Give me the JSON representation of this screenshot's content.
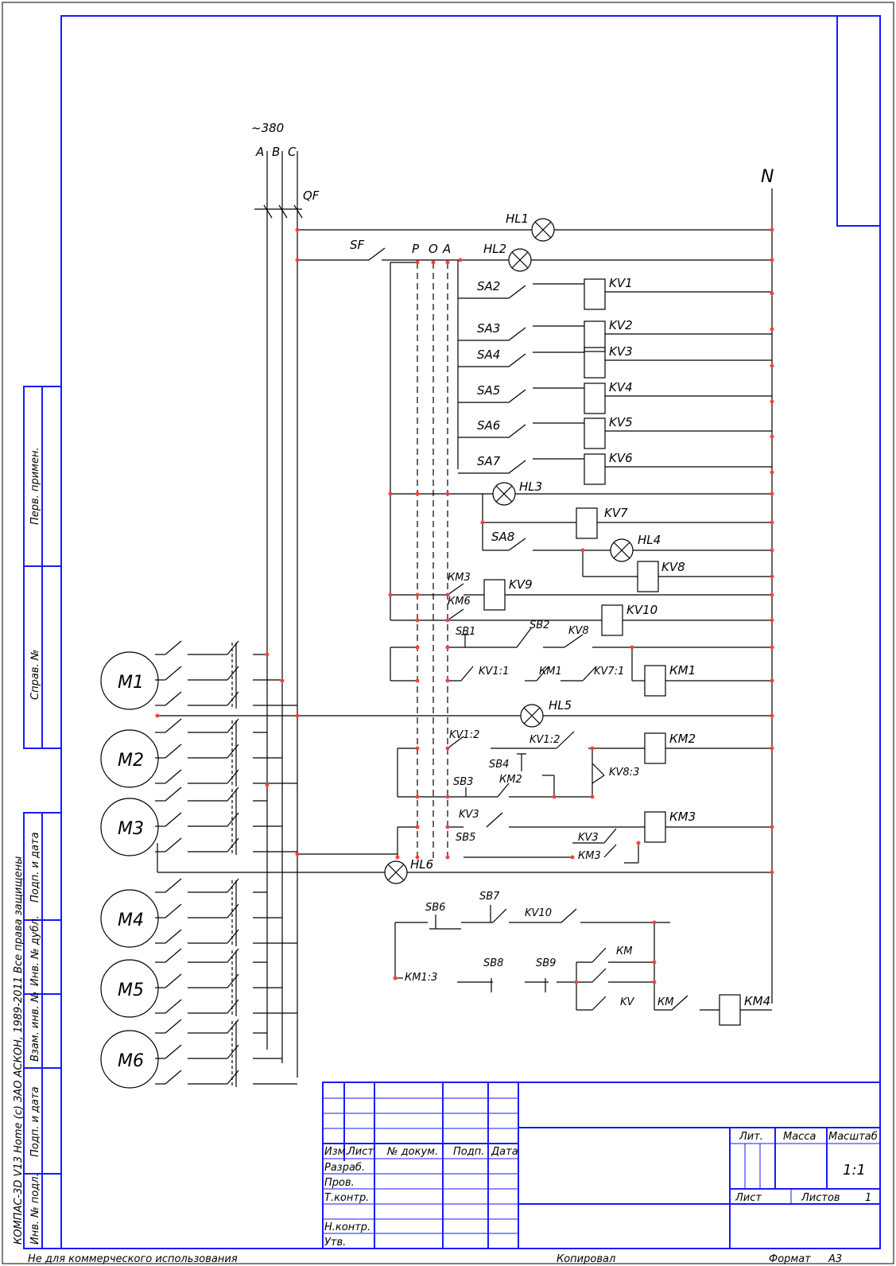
{
  "supply": {
    "voltage": "~380",
    "phases": [
      "A",
      "B",
      "C"
    ],
    "breaker": "QF",
    "neutral": "N",
    "switch": "SF",
    "selector": [
      "Р",
      "О",
      "А"
    ]
  },
  "lamps": [
    "HL1",
    "HL2",
    "HL3",
    "HL4",
    "HL5",
    "HL6"
  ],
  "switches_sa": [
    "SA2",
    "SA3",
    "SA4",
    "SA5",
    "SA6",
    "SA7",
    "SA8"
  ],
  "relays_kv": [
    "KV1",
    "KV2",
    "KV3",
    "KV4",
    "KV5",
    "KV6",
    "KV7",
    "KV8",
    "KV9",
    "KV10"
  ],
  "contacts": {
    "km3": "КМ3",
    "km6": "КМ6",
    "sb1": "SB1",
    "sb2": "SB2",
    "kv8": "KV8",
    "kv11": "KV1:1",
    "km1c": "КМ1",
    "kv71": "KV7:1",
    "km1": "КМ1",
    "kv12a": "KV1:2",
    "kv12b": "KV1:2",
    "km2": "КМ2",
    "sb4": "SB4",
    "sb3": "SB3",
    "km2c": "КМ2",
    "kv83": "KV8:3",
    "kv3a": "KV3",
    "km3coil": "КМ3",
    "sb5": "SB5",
    "kv3b": "KV3",
    "km3c": "КМ3",
    "sb6": "SB6",
    "sb7": "SB7",
    "kv10c": "KV10",
    "km13": "КМ1:3",
    "sb8": "SB8",
    "sb9": "SB9",
    "kmA": "КМ",
    "kv": "KV",
    "kmB": "КМ",
    "km4": "КМ4"
  },
  "motors": [
    "M1",
    "M2",
    "M3",
    "M4",
    "M5",
    "M6"
  ],
  "left_strip": {
    "perv": "Перв. примен.",
    "sprav": "Справ. №",
    "podp1": "Подп. и дата",
    "inv_dubl": "Инв. № дубл.",
    "vzam": "Взам. инв. №",
    "podp2": "Подп. и дата",
    "inv_podl": "Инв. № подл.",
    "copyright": "КОМПАС-3D V13 Home (с) ЗАО АСКОН, 1989-2011 Все права защищены"
  },
  "title_block": {
    "izm": "Изм.",
    "list": "Лист",
    "ndokum": "№ докум.",
    "podp": "Подп.",
    "data": "Дата",
    "razrab": "Разраб.",
    "prov": "Пров.",
    "tkontr": "Т.контр.",
    "nkontr": "Н.контр.",
    "utv": "Утв.",
    "lit": "Лит.",
    "massa": "Масса",
    "masshtab": "Масштаб",
    "scale": "1:1",
    "list2": "Лист",
    "listov": "Листов",
    "listov_val": "1"
  },
  "footer": {
    "noncommercial": "Не для коммерческого использования",
    "copied": "Копировал",
    "format": "Формат",
    "format_val": "А3"
  }
}
